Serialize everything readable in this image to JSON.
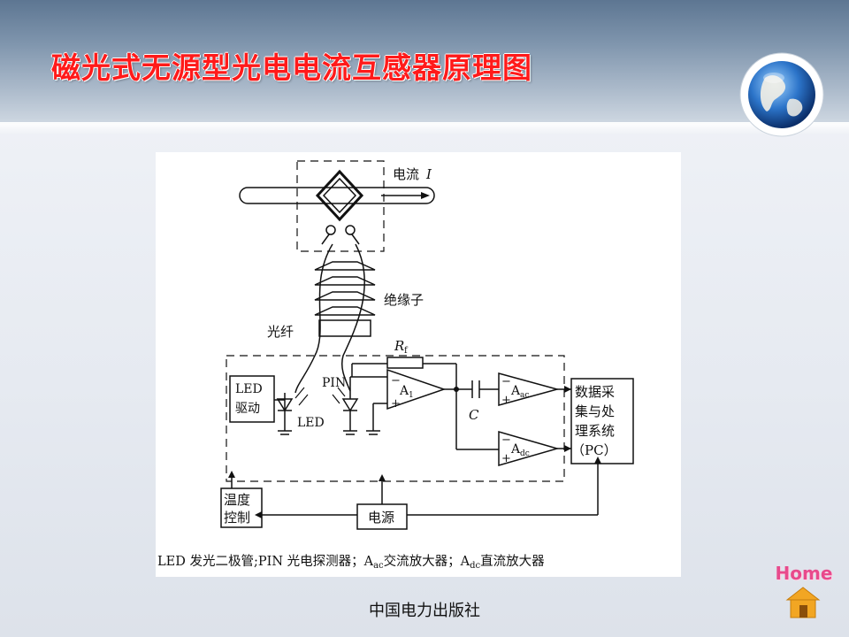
{
  "slide": {
    "title": "磁光式无源型光电电流互感器原理图",
    "footer": "中国电力出版社",
    "home_label": "Home"
  },
  "diagram": {
    "current_label": "电流",
    "current_symbol": "I",
    "insulator_label": "绝缘子",
    "fiber_label": "光纤",
    "rf_symbol": "R",
    "rf_subscript": "f",
    "led_driver_line1": "LED",
    "led_driver_line2": "驱动",
    "led_label": "LED",
    "pin_label": "PIN",
    "a1_symbol": "A",
    "a1_subscript": "1",
    "c_label": "C",
    "aac_symbol": "A",
    "aac_subscript": "ac",
    "adc_symbol": "A",
    "adc_subscript": "dc",
    "daq_line1": "数据采",
    "daq_line2": "集与处",
    "daq_line3": "理系统",
    "daq_line4": "（PC）",
    "temp_line1": "温度",
    "temp_line2": "控制",
    "power_label": "电源",
    "minus_sign": "−",
    "plus_sign": "+",
    "caption_parts": {
      "p1": "LED 发光二极管;PIN 光电探测器；A",
      "sub1": "ac",
      "p2": "交流放大器；A",
      "sub2": "dc",
      "p3": "直流放大器"
    }
  },
  "colors": {
    "title": "#ff1a1a",
    "header": "#6f86a1",
    "home": "#e84a8c",
    "house": "#f2a623"
  }
}
